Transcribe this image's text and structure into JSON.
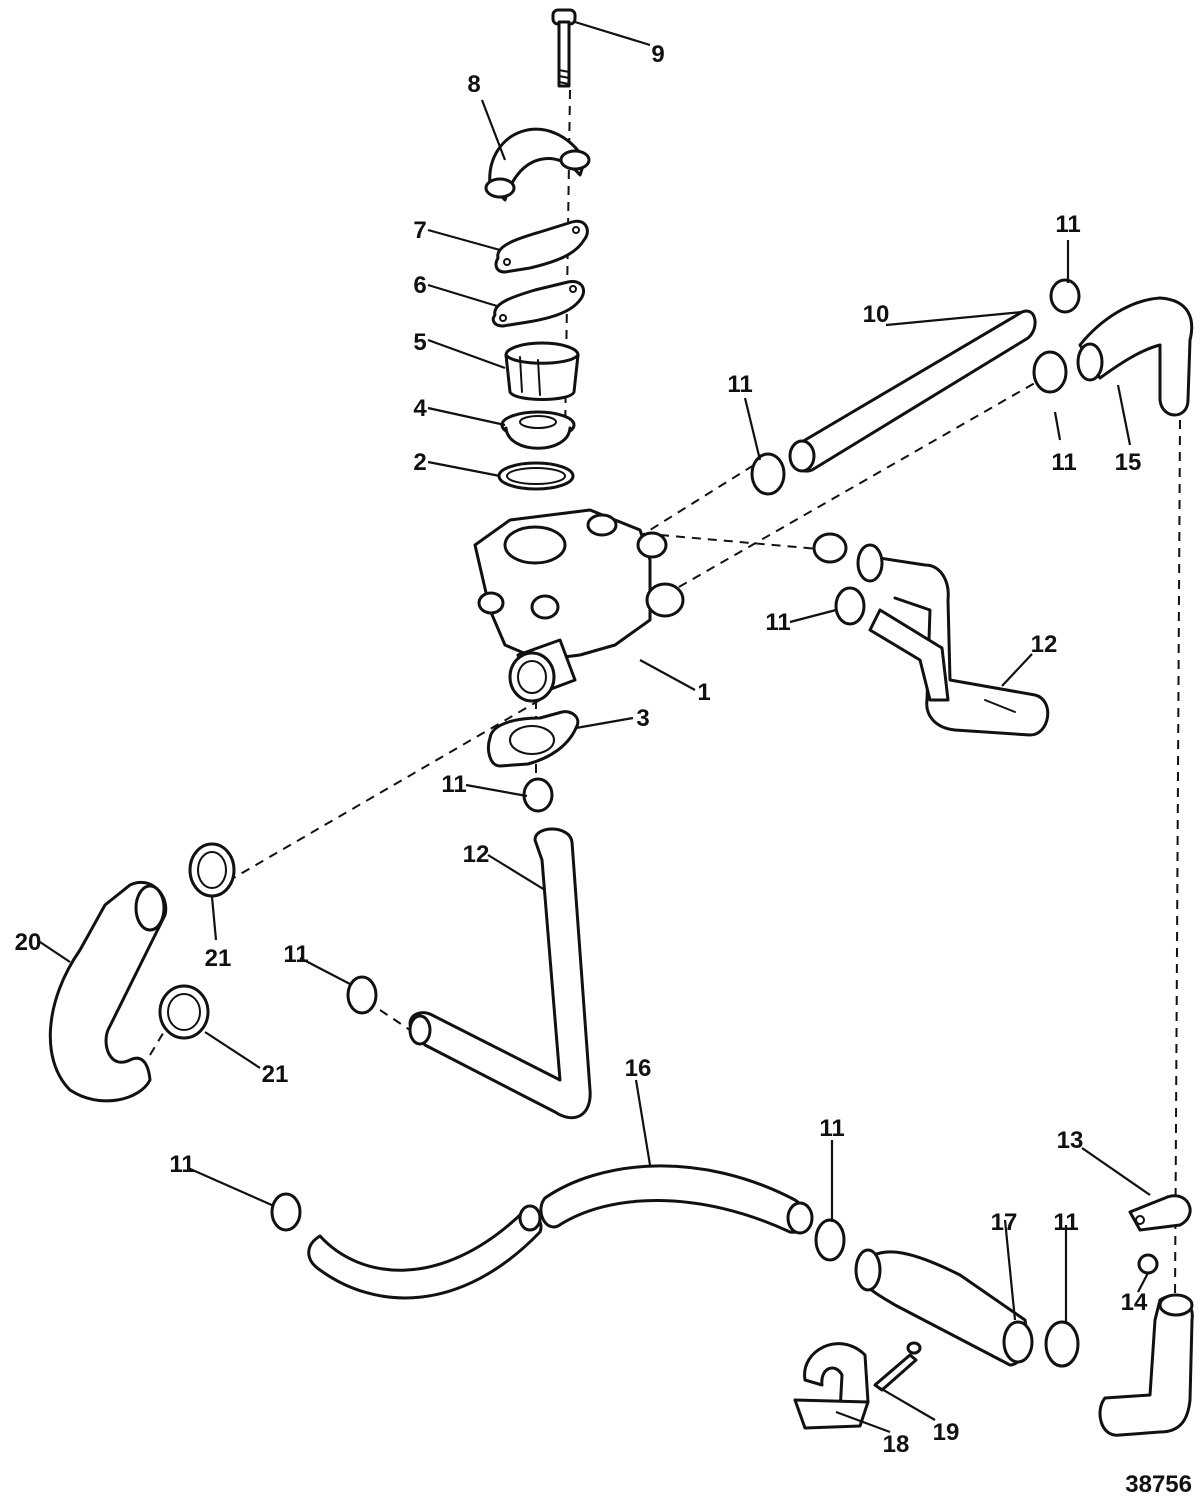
{
  "diagram": {
    "figure_number": "38756",
    "callouts": {
      "c1": "1",
      "c2": "2",
      "c3": "3",
      "c4": "4",
      "c5": "5",
      "c6": "6",
      "c7": "7",
      "c8": "8",
      "c9": "9",
      "c10": "10",
      "c11": "11",
      "c12": "12",
      "c13": "13",
      "c14": "14",
      "c15": "15",
      "c16": "16",
      "c17": "17",
      "c18": "18",
      "c19": "19",
      "c20": "20",
      "c21": "21"
    }
  }
}
